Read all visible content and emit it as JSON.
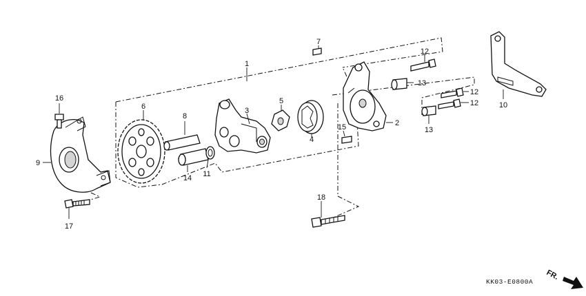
{
  "callouts": [
    {
      "id": "c1",
      "label": "1"
    },
    {
      "id": "c2",
      "label": "2"
    },
    {
      "id": "c3",
      "label": "3"
    },
    {
      "id": "c4",
      "label": "4"
    },
    {
      "id": "c5",
      "label": "5"
    },
    {
      "id": "c6",
      "label": "6"
    },
    {
      "id": "c7",
      "label": "7"
    },
    {
      "id": "c8",
      "label": "8"
    },
    {
      "id": "c9",
      "label": "9"
    },
    {
      "id": "c10",
      "label": "10"
    },
    {
      "id": "c11",
      "label": "11"
    },
    {
      "id": "c12a",
      "label": "12"
    },
    {
      "id": "c12b",
      "label": "12"
    },
    {
      "id": "c12c",
      "label": "12"
    },
    {
      "id": "c13a",
      "label": "13"
    },
    {
      "id": "c13b",
      "label": "13"
    },
    {
      "id": "c14",
      "label": "14"
    },
    {
      "id": "c15",
      "label": "15"
    },
    {
      "id": "c16",
      "label": "16"
    },
    {
      "id": "c17",
      "label": "17"
    },
    {
      "id": "c18",
      "label": "18"
    }
  ],
  "diagram_code": "KK03-E0800A",
  "direction_label": "FR."
}
